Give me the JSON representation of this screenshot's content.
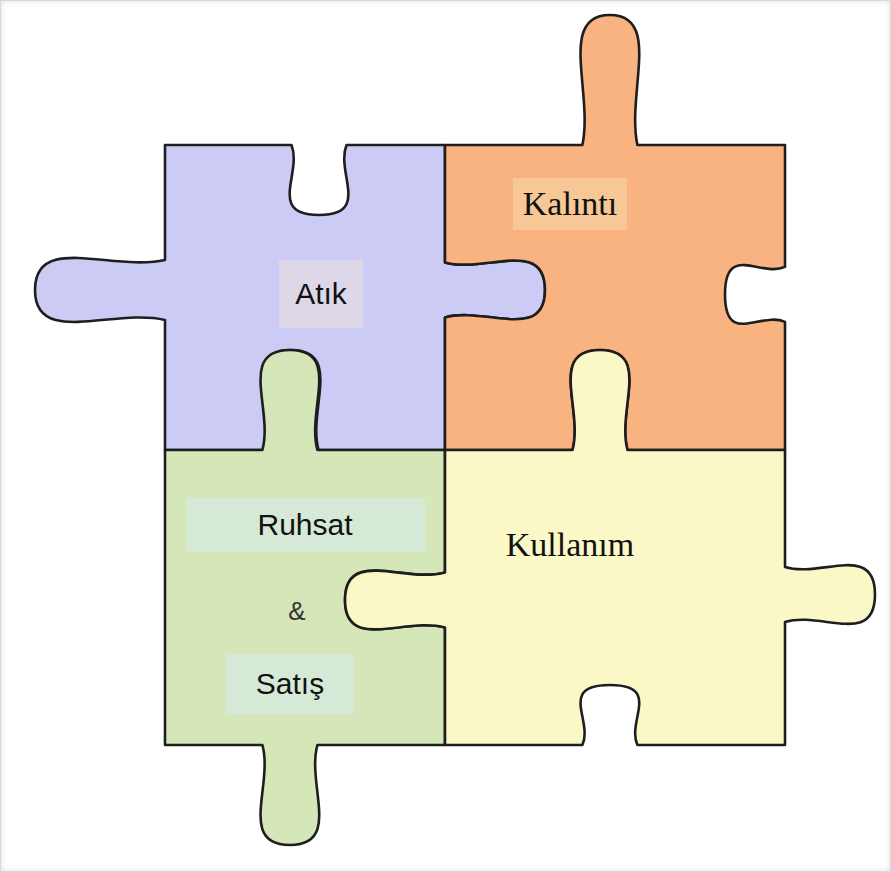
{
  "diagram": {
    "nodes": [
      {
        "text": [
          "Atık"
        ]
      },
      {
        "text": [
          "Kalıntı"
        ]
      },
      {
        "text": [
          "Ruhsat",
          "&",
          "Satış"
        ]
      },
      {
        "text": [
          "Kullanım"
        ]
      }
    ]
  }
}
